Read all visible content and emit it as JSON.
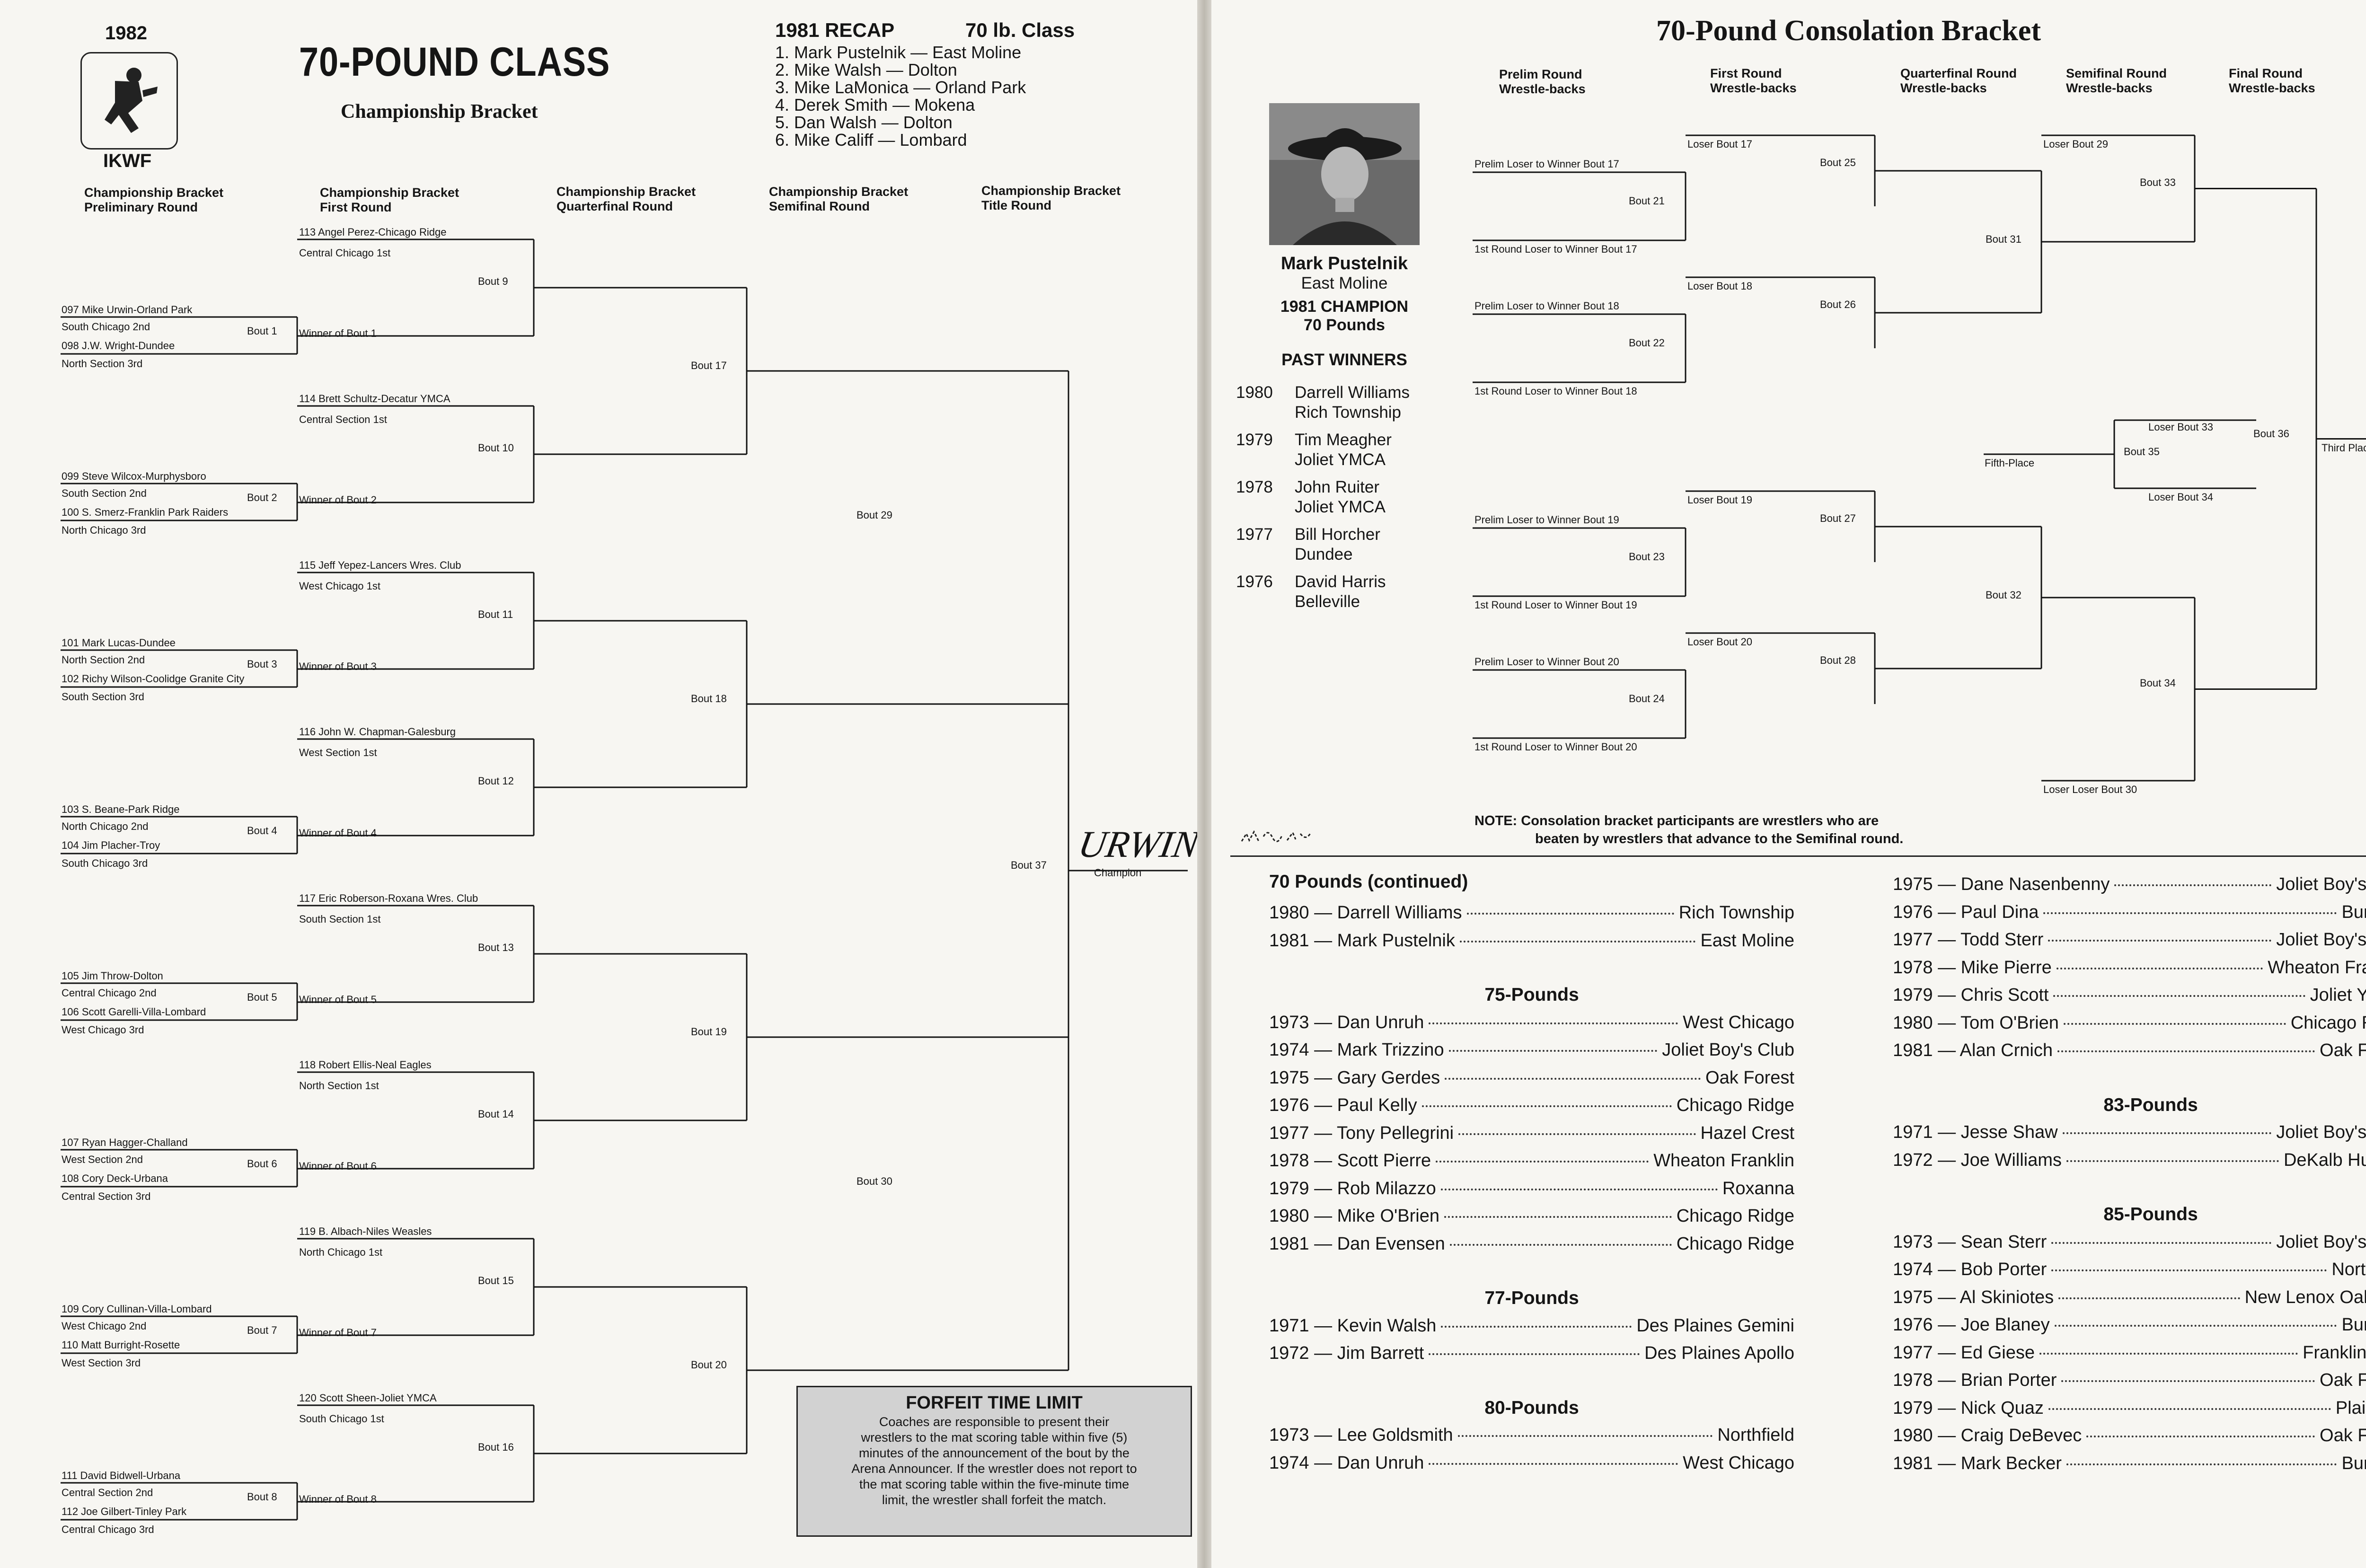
{
  "left_page": {
    "year": "1982",
    "org": "IKWF",
    "title": "70-POUND CLASS",
    "subtitle": "Championship Bracket",
    "recap": {
      "heading": "1981 RECAP",
      "class_label": "70 lb. Class",
      "entries": [
        "1. Mark Pustelnik — East Moline",
        "2. Mike Walsh — Dolton",
        "3. Mike LaMonica — Orland Park",
        "4. Derek Smith — Mokena",
        "5. Dan Walsh — Dolton",
        "6. Mike Califf — Lombard"
      ]
    },
    "round_headers": [
      {
        "l1": "Championship Bracket",
        "l2": "Preliminary Round"
      },
      {
        "l1": "Championship Bracket",
        "l2": "First Round"
      },
      {
        "l1": "Championship Bracket",
        "l2": "Quarterfinal Round"
      },
      {
        "l1": "Championship Bracket",
        "l2": "Semifinal Round"
      },
      {
        "l1": "Championship Bracket",
        "l2": "Title Round"
      }
    ],
    "prelim": [
      {
        "top": "097 Mike Urwin-Orland Park",
        "top_sec": "South Chicago 2nd",
        "bot": "098 J.W. Wright-Dundee",
        "bot_sec": "North Section 3rd",
        "bout": "Bout 1"
      },
      {
        "top": "099 Steve Wilcox-Murphysboro",
        "top_sec": "South Section 2nd",
        "bot": "100 S. Smerz-Franklin Park Raiders",
        "bot_sec": "North Chicago 3rd",
        "bout": "Bout 2"
      },
      {
        "top": "101 Mark Lucas-Dundee",
        "top_sec": "North Section 2nd",
        "bot": "102 Richy Wilson-Coolidge Granite City",
        "bot_sec": "South Section 3rd",
        "bout": "Bout 3"
      },
      {
        "top": "103 S. Beane-Park Ridge",
        "top_sec": "North Chicago 2nd",
        "bot": "104 Jim Placher-Troy",
        "bot_sec": "South Chicago 3rd",
        "bout": "Bout 4"
      },
      {
        "top": "105 Jim Throw-Dolton",
        "top_sec": "Central Chicago 2nd",
        "bot": "106 Scott Garelli-Villa-Lombard",
        "bot_sec": "West Chicago 3rd",
        "bout": "Bout 5"
      },
      {
        "top": "107 Ryan Hagger-Challand",
        "top_sec": "West Section 2nd",
        "bot": "108 Cory Deck-Urbana",
        "bot_sec": "Central Section 3rd",
        "bout": "Bout 6"
      },
      {
        "top": "109 Cory Cullinan-Villa-Lombard",
        "top_sec": "West Chicago 2nd",
        "bot": "110 Matt Burright-Rosette",
        "bot_sec": "West Section 3rd",
        "bout": "Bout 7"
      },
      {
        "top": "111 David Bidwell-Urbana",
        "top_sec": "Central Section 2nd",
        "bot": "112 Joe Gilbert-Tinley Park",
        "bot_sec": "Central Chicago 3rd",
        "bout": "Bout 8"
      }
    ],
    "first_round": [
      {
        "seed": "113 Angel Perez-Chicago Ridge",
        "seed_sec": "Central Chicago 1st",
        "winner": "Winner of Bout 1",
        "bout": "Bout 9"
      },
      {
        "seed": "114 Brett Schultz-Decatur YMCA",
        "seed_sec": "Central Section 1st",
        "winner": "Winner of Bout 2",
        "bout": "Bout 10"
      },
      {
        "seed": "115 Jeff Yepez-Lancers Wres. Club",
        "seed_sec": "West Chicago 1st",
        "winner": "Winner of Bout 3",
        "bout": "Bout 11"
      },
      {
        "seed": "116 John W. Chapman-Galesburg",
        "seed_sec": "West Section 1st",
        "winner": "Winner of Bout 4",
        "bout": "Bout 12"
      },
      {
        "seed": "117 Eric Roberson-Roxana Wres. Club",
        "seed_sec": "South Section 1st",
        "winner": "Winner of Bout 5",
        "bout": "Bout 13"
      },
      {
        "seed": "118 Robert Ellis-Neal Eagles",
        "seed_sec": "North Section 1st",
        "winner": "Winner of Bout 6",
        "bout": "Bout 14"
      },
      {
        "seed": "119 B. Albach-Niles Weasles",
        "seed_sec": "North Chicago 1st",
        "winner": "Winner of Bout 7",
        "bout": "Bout 15"
      },
      {
        "seed": "120 Scott Sheen-Joliet YMCA",
        "seed_sec": "South Chicago 1st",
        "winner": "Winner of Bout 8",
        "bout": "Bout 16"
      }
    ],
    "quarter_bouts": [
      "Bout 17",
      "Bout 18",
      "Bout 19",
      "Bout 20"
    ],
    "semi_bouts": [
      "Bout 29",
      "Bout 30"
    ],
    "final_bout": "Bout 37",
    "champion_handwritten": "URWIN",
    "champion_label": "Champion",
    "forfeit": {
      "title": "FORFEIT TIME LIMIT",
      "lines": [
        "Coaches are responsible to present their",
        "wrestlers to the mat scoring table within five (5)",
        "minutes of the announcement of the bout by the",
        "Arena Announcer. If the wrestler does not report to",
        "the mat scoring table within the five-minute time",
        "limit, the wrestler shall forfeit the match."
      ]
    }
  },
  "right_page": {
    "title": "70-Pound Consolation Bracket",
    "round_headers": [
      {
        "l1": "Prelim Round",
        "l2": "Wrestle-backs"
      },
      {
        "l1": "First Round",
        "l2": "Wrestle-backs"
      },
      {
        "l1": "Quarterfinal Round",
        "l2": "Wrestle-backs"
      },
      {
        "l1": "Semifinal Round",
        "l2": "Wrestle-backs"
      },
      {
        "l1": "Final Round",
        "l2": "Wrestle-backs"
      }
    ],
    "champion": {
      "name": "Mark Pustelnik",
      "town": "East Moline",
      "line1": "1981 CHAMPION",
      "line2": "70 Pounds"
    },
    "past_winners_heading": "PAST WINNERS",
    "past_winners": [
      {
        "year": "1980",
        "name": "Darrell Williams",
        "club": "Rich Township"
      },
      {
        "year": "1979",
        "name": "Tim Meagher",
        "club": "Joliet YMCA"
      },
      {
        "year": "1978",
        "name": "John Ruiter",
        "club": "Joliet YMCA"
      },
      {
        "year": "1977",
        "name": "Bill Horcher",
        "club": "Dundee"
      },
      {
        "year": "1976",
        "name": "David Harris",
        "club": "Belleville"
      }
    ],
    "cons_prelim": [
      {
        "top": "Prelim Loser to Winner Bout 17",
        "bot": "1st Round Loser to Winner Bout 17",
        "bout": "Bout 21"
      },
      {
        "top": "Prelim Loser to Winner Bout 18",
        "bot": "1st Round Loser to Winner Bout 18",
        "bout": "Bout 22"
      },
      {
        "top": "Prelim Loser to Winner Bout 19",
        "bot": "1st Round Loser to Winner Bout 19",
        "bout": "Bout 23"
      },
      {
        "top": "Prelim Loser to Winner Bout 20",
        "bot": "1st Round Loser to Winner Bout 20",
        "bout": "Bout 24"
      }
    ],
    "cons_first": [
      {
        "loser": "Loser Bout 17",
        "bout": "Bout 25"
      },
      {
        "loser": "Loser Bout 18",
        "bout": "Bout 26"
      },
      {
        "loser": "Loser Bout 19",
        "bout": "Bout 27"
      },
      {
        "loser": "Loser Bout 20",
        "bout": "Bout 28"
      }
    ],
    "cons_quarter": [
      "Bout 31",
      "Bout 32"
    ],
    "cons_semi": [
      {
        "loser": "Loser Bout 29",
        "bout": "Bout 33"
      },
      {
        "loser": "Loser Loser Bout 30",
        "bout": "Bout 34"
      }
    ],
    "fifth": {
      "top": "Loser Bout 33",
      "bot": "Loser Bout 34",
      "bout": "Bout 35",
      "label": "Fifth-Place"
    },
    "third": {
      "bout": "Bout 36",
      "label": "Third Place"
    },
    "note_label": "NOTE:",
    "note_l1": "Consolation bracket participants are wrestlers who are",
    "note_l2": "beaten by wrestlers that advance to the Semifinal round.",
    "roster_col1": [
      {
        "type": "head",
        "text": "70 Pounds (continued)"
      },
      {
        "type": "row",
        "name": "1980 — Darrell Williams",
        "club": "Rich Township"
      },
      {
        "type": "row",
        "name": "1981 — Mark Pustelnik",
        "club": "East Moline"
      },
      {
        "type": "sec",
        "text": "75-Pounds"
      },
      {
        "type": "row",
        "name": "1973 — Dan Unruh",
        "club": "West Chicago"
      },
      {
        "type": "row",
        "name": "1974 — Mark Trizzino",
        "club": "Joliet Boy's Club"
      },
      {
        "type": "row",
        "name": "1975 — Gary Gerdes",
        "club": "Oak Forest"
      },
      {
        "type": "row",
        "name": "1976 — Paul Kelly",
        "club": "Chicago Ridge"
      },
      {
        "type": "row",
        "name": "1977 — Tony Pellegrini",
        "club": "Hazel Crest"
      },
      {
        "type": "row",
        "name": "1978 — Scott Pierre",
        "club": "Wheaton Franklin"
      },
      {
        "type": "row",
        "name": "1979 — Rob Milazzo",
        "club": "Roxanna"
      },
      {
        "type": "row",
        "name": "1980 — Mike O'Brien",
        "club": "Chicago Ridge"
      },
      {
        "type": "row",
        "name": "1981 — Dan Evensen",
        "club": "Chicago Ridge"
      },
      {
        "type": "sec",
        "text": "77-Pounds"
      },
      {
        "type": "row",
        "name": "1971 — Kevin Walsh",
        "club": "Des Plaines Gemini"
      },
      {
        "type": "row",
        "name": "1972 — Jim Barrett",
        "club": "Des Plaines Apollo"
      },
      {
        "type": "sec",
        "text": "80-Pounds"
      },
      {
        "type": "row",
        "name": "1973 — Lee Goldsmith",
        "club": "Northfield"
      },
      {
        "type": "row",
        "name": "1974 — Dan Unruh",
        "club": "West Chicago"
      }
    ],
    "roster_col2": [
      {
        "type": "row",
        "name": "1975 — Dane Nasenbenny",
        "club": "Joliet Boy's Club"
      },
      {
        "type": "row",
        "name": "1976 — Paul Dina",
        "club": "Burbank"
      },
      {
        "type": "row",
        "name": "1977 — Todd Sterr",
        "club": "Joliet Boy's Club"
      },
      {
        "type": "row",
        "name": "1978 — Mike Pierre",
        "club": "Wheaton Franklin"
      },
      {
        "type": "row",
        "name": "1979 — Chris Scott",
        "club": "Joliet YMCA"
      },
      {
        "type": "row",
        "name": "1980 — Tom O'Brien",
        "club": "Chicago Ridge"
      },
      {
        "type": "row",
        "name": "1981 — Alan Crnich",
        "club": "Oak Forest"
      },
      {
        "type": "sec",
        "text": "83-Pounds"
      },
      {
        "type": "row",
        "name": "1971 — Jesse Shaw",
        "club": "Joliet Boy's Club"
      },
      {
        "type": "row",
        "name": "1972 — Joe Williams",
        "club": "DeKalb Huntley"
      },
      {
        "type": "sec",
        "text": "85-Pounds"
      },
      {
        "type": "row",
        "name": "1973 — Sean Sterr",
        "club": "Joliet Boy's Club"
      },
      {
        "type": "row",
        "name": "1974 — Bob Porter",
        "club": "Northfield"
      },
      {
        "type": "row",
        "name": "1975 — Al Skiniotes",
        "club": "New Lenox Oakview"
      },
      {
        "type": "row",
        "name": "1976 — Joe Blaney",
        "club": "Burbank"
      },
      {
        "type": "row",
        "name": "1977 — Ed Giese",
        "club": "Franklin Park"
      },
      {
        "type": "row",
        "name": "1978 — Brian Porter",
        "club": "Oak Forest"
      },
      {
        "type": "row",
        "name": "1979 — Nick Quaz",
        "club": "Plainfield"
      },
      {
        "type": "row",
        "name": "1980 — Craig DeBevec",
        "club": "Oak Forest"
      },
      {
        "type": "row",
        "name": "1981 — Mark Becker",
        "club": "Burbank"
      }
    ]
  }
}
